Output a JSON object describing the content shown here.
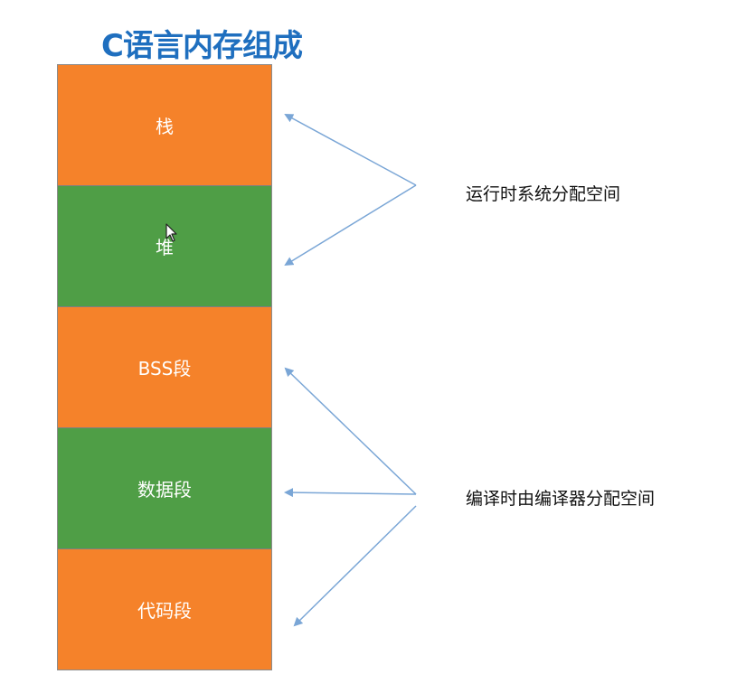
{
  "title": "C语言内存组成",
  "colors": {
    "title": "#1f6fbf",
    "runtime_segment": "#f5822a",
    "compile_segment_alt": "#4f9e46",
    "arrow": "#7aa6d6",
    "border": "#8c8c8c"
  },
  "segments": [
    {
      "label": "栈",
      "color": "#f5822a"
    },
    {
      "label": "堆",
      "color": "#4f9e46"
    },
    {
      "label": "BSS段",
      "color": "#f5822a"
    },
    {
      "label": "数据段",
      "color": "#4f9e46"
    },
    {
      "label": "代码段",
      "color": "#f5822a"
    }
  ],
  "annotations": {
    "runtime": "运行时系统分配空间",
    "compile_time": "编译时由编译器分配空间"
  },
  "cursor": {
    "icon": "mouse-pointer-icon"
  }
}
